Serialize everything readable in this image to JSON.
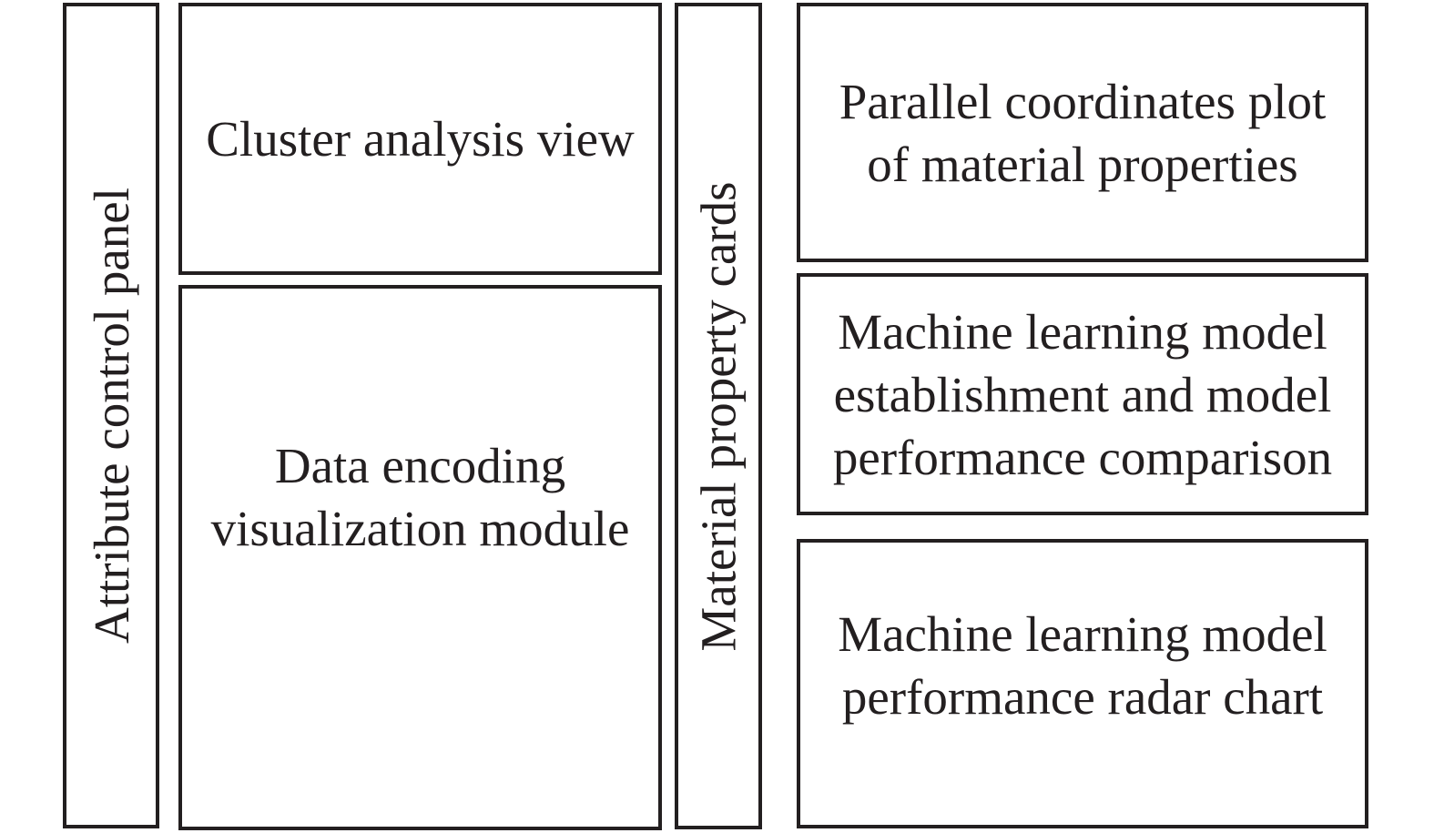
{
  "diagram": {
    "background_color": "#ffffff",
    "line_color": "#231f20",
    "panels": {
      "attribute_panel": {
        "label": "Attribute control panel",
        "orientation": "vertical-bottom-to-top"
      },
      "cluster_view": {
        "label": "Cluster analysis view",
        "orientation": "horizontal"
      },
      "data_encoding": {
        "label": "Data encoding\nvisualization module",
        "orientation": "horizontal"
      },
      "material_cards": {
        "label": "Material property cards",
        "orientation": "vertical-bottom-to-top"
      },
      "parallel_coordinates": {
        "label": "Parallel coordinates plot\nof material properties",
        "orientation": "horizontal"
      },
      "ml_model_comparison": {
        "label": "Machine learning model\nestablishment and model\nperformance comparison",
        "orientation": "horizontal"
      },
      "ml_radar_chart": {
        "label": "Machine learning model\nperformance radar chart",
        "orientation": "horizontal"
      }
    }
  }
}
